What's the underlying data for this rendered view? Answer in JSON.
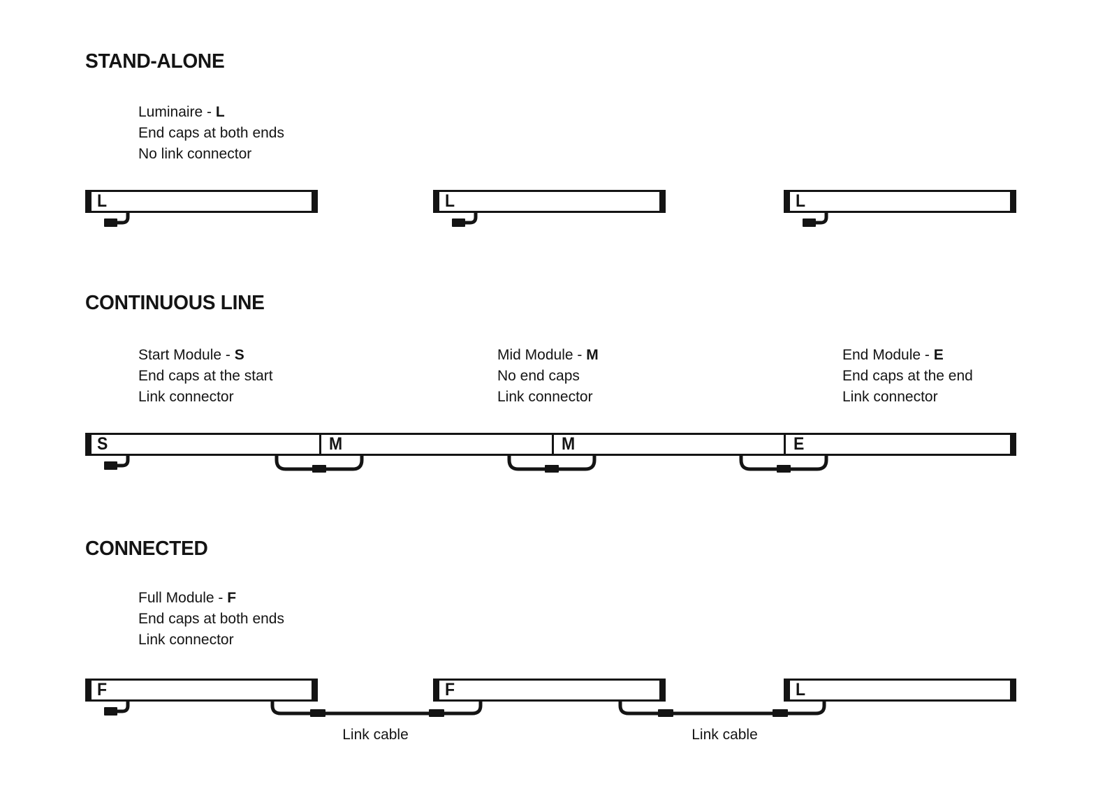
{
  "page": {
    "background": "#ffffff",
    "line_color": "#141414"
  },
  "sections": {
    "standalone": {
      "title": "STAND-ALONE",
      "description": {
        "line1_prefix": "Luminaire - ",
        "line1_code": "L",
        "line2": "End caps at both ends",
        "line3": "No link connector"
      },
      "modules": [
        {
          "label": "L"
        },
        {
          "label": "L"
        },
        {
          "label": "L"
        }
      ]
    },
    "continuous": {
      "title": "CONTINUOUS LINE",
      "descriptions": [
        {
          "line1_prefix": "Start Module - ",
          "line1_code": "S",
          "line2": "End caps at the start",
          "line3": "Link connector"
        },
        {
          "line1_prefix": "Mid Module - ",
          "line1_code": "M",
          "line2": "No end caps",
          "line3": "Link connector"
        },
        {
          "line1_prefix": "End Module - ",
          "line1_code": "E",
          "line2": "End caps at the end",
          "line3": "Link connector"
        }
      ],
      "segments": [
        {
          "label": "S"
        },
        {
          "label": "M"
        },
        {
          "label": "M"
        },
        {
          "label": "E"
        }
      ]
    },
    "connected": {
      "title": "CONNECTED",
      "description": {
        "line1_prefix": "Full Module - ",
        "line1_code": "F",
        "line2": "End caps at both ends",
        "line3": "Link connector"
      },
      "modules": [
        {
          "label": "F"
        },
        {
          "label": "F"
        },
        {
          "label": "L"
        }
      ],
      "link_cable_labels": [
        "Link cable",
        "Link cable"
      ]
    }
  }
}
